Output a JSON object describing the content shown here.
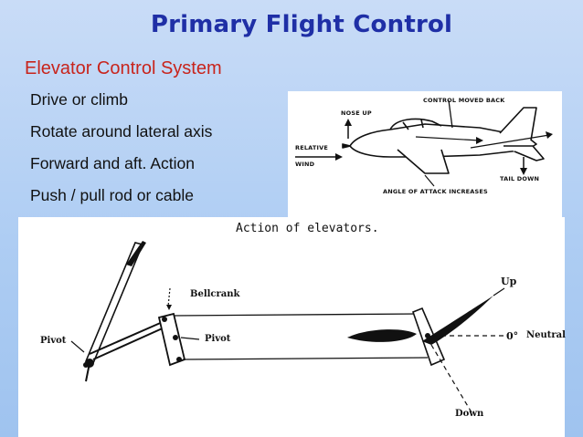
{
  "slide": {
    "title": "Primary Flight Control",
    "subtitle": "Elevator Control System",
    "bullets": [
      "Drive or climb",
      "Rotate around lateral axis",
      "Forward and aft. Action",
      "Push / pull rod or cable"
    ]
  },
  "figure_top": {
    "labels": {
      "nose_up": "NOSE UP",
      "control_moved_back": "CONTROL MOVED BACK",
      "relative": "RELATIVE",
      "wind": "WIND",
      "tail_down": "TAIL DOWN",
      "angle_of_attack": "ANGLE OF ATTACK INCREASES"
    }
  },
  "figure_bottom": {
    "caption": "Action of elevators.",
    "labels": {
      "bellcrank": "Bellcrank",
      "pivot_left": "Pivot",
      "pivot_center": "Pivot",
      "up": "Up",
      "zero": "0°",
      "neutral": "Neutral",
      "down": "Down"
    }
  },
  "colors": {
    "title": "#1f2fa6",
    "subtitle": "#c8241c",
    "background": "#aecdf3"
  }
}
